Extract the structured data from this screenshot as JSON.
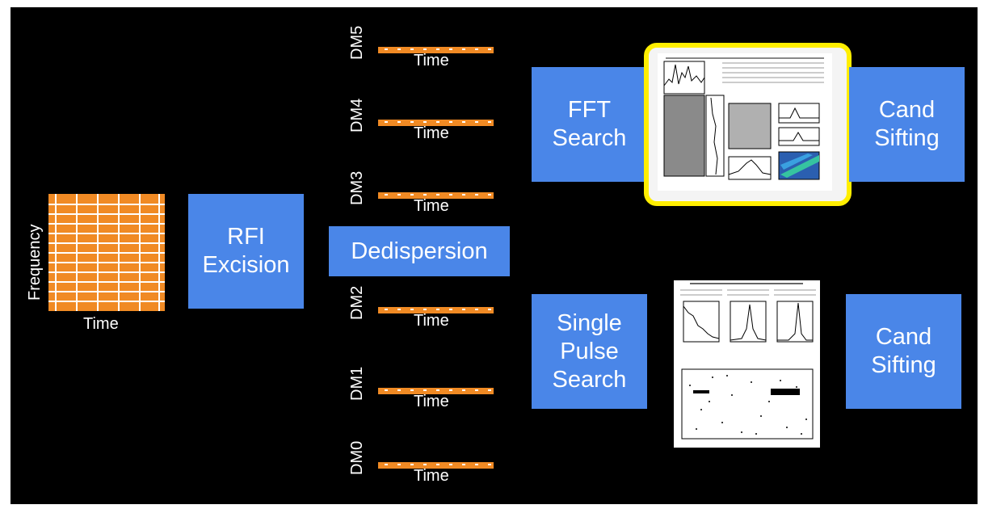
{
  "input": {
    "frequency_label": "Frequency",
    "time_label": "Time"
  },
  "steps": {
    "rfi": "RFI\nExcision",
    "dedispersion": "Dedispersion",
    "fft_search": "FFT\nSearch",
    "single_pulse_search": "Single\nPulse\nSearch",
    "cand_sifting_top": "Cand\nSifting",
    "cand_sifting_bottom": "Cand\nSifting"
  },
  "dm_trials": [
    {
      "label": "DM5",
      "time": "Time"
    },
    {
      "label": "DM4",
      "time": "Time"
    },
    {
      "label": "DM3",
      "time": "Time"
    },
    {
      "label": "DM2",
      "time": "Time"
    },
    {
      "label": "DM1",
      "time": "Time"
    },
    {
      "label": "DM0",
      "time": "Time"
    }
  ],
  "colors": {
    "background": "#000000",
    "box": "#4a86e8",
    "orange": "#f08a24",
    "highlight": "#ffee00"
  }
}
